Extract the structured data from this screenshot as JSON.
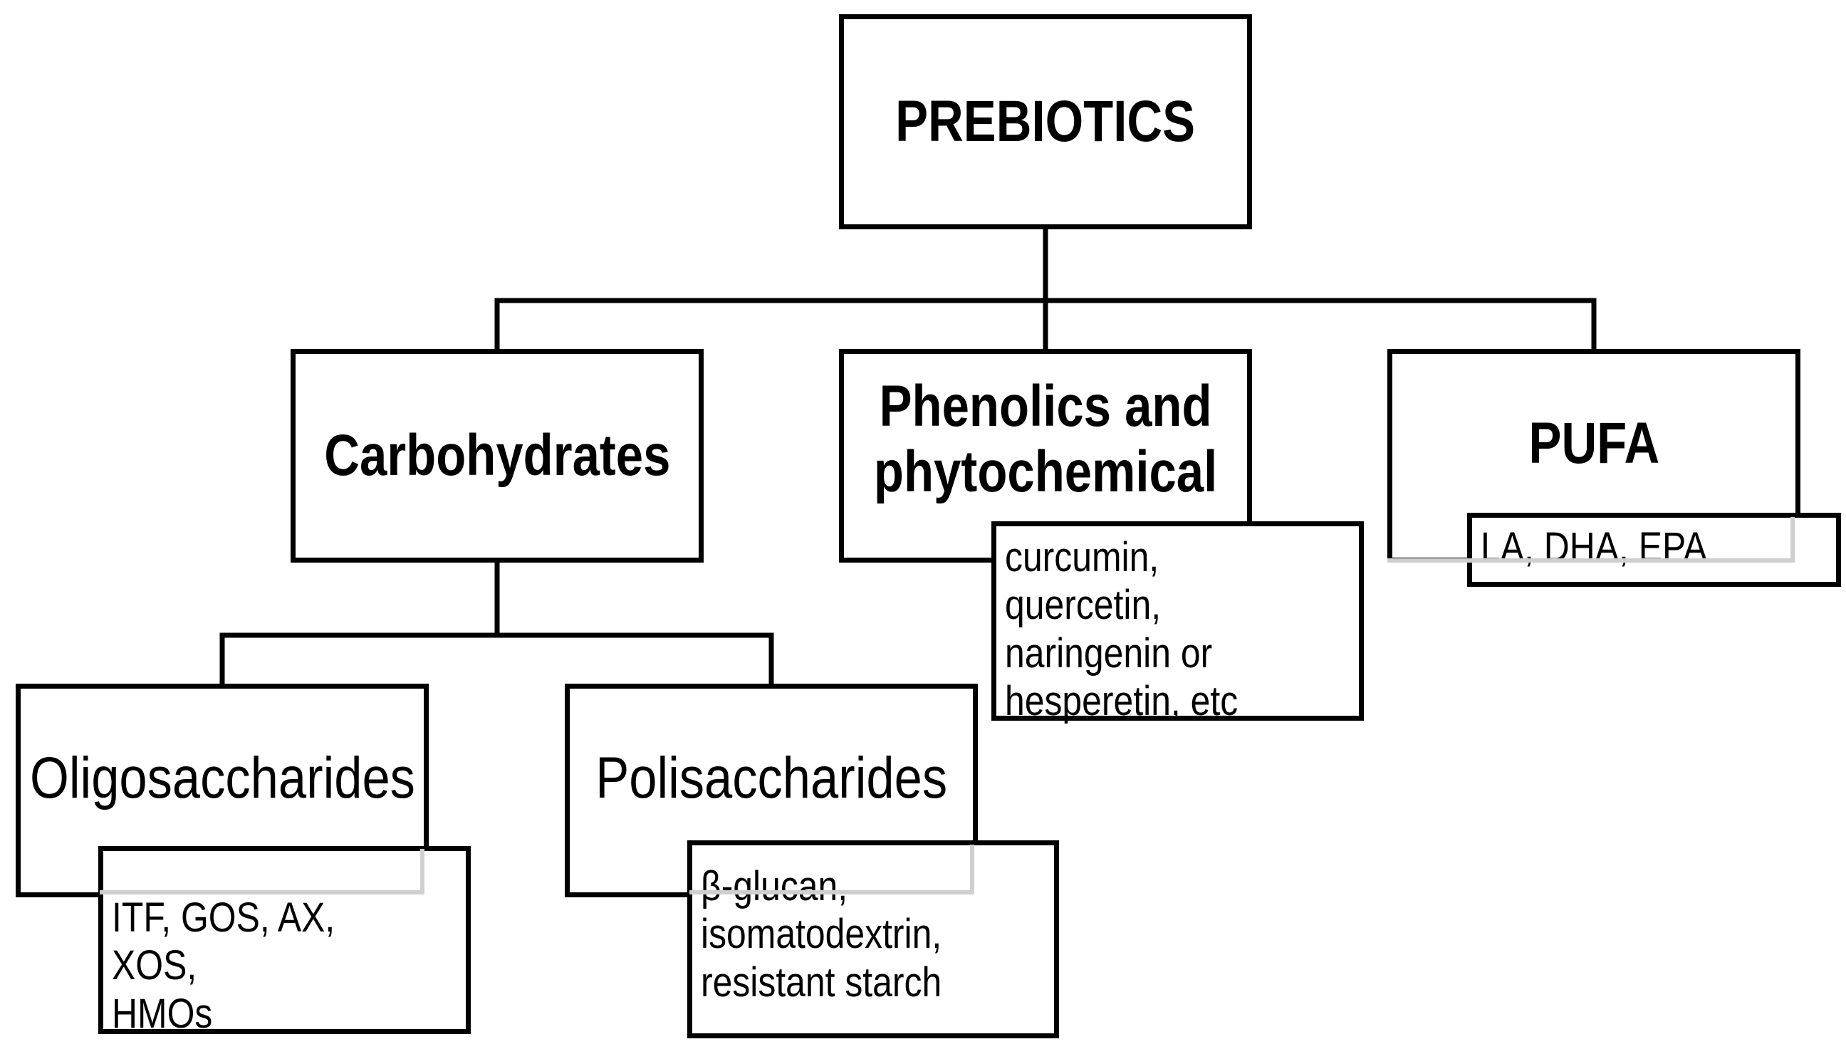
{
  "root": {
    "label": "PREBIOTICS"
  },
  "categories": {
    "carbohydrates": {
      "label": "Carbohydrates"
    },
    "phenolics": {
      "label": "Phenolics and\nphytochemical",
      "examples": "curcumin, quercetin,\nnaringenin or\nhesperetin, etc"
    },
    "pufa": {
      "label": "PUFA",
      "examples": "LA, DHA, EPA"
    }
  },
  "subcategories": {
    "oligosaccharides": {
      "label": "Oligosaccharides",
      "examples": "ITF, GOS, AX, XOS,\nHMOs"
    },
    "polisaccharides": {
      "label": "Polisaccharides",
      "examples": "β-glucan,\nisomatodextrin,\nresistant starch"
    }
  },
  "colors": {
    "line": "#000000",
    "box_border": "#000000",
    "shadow": "#cfcfcf"
  }
}
